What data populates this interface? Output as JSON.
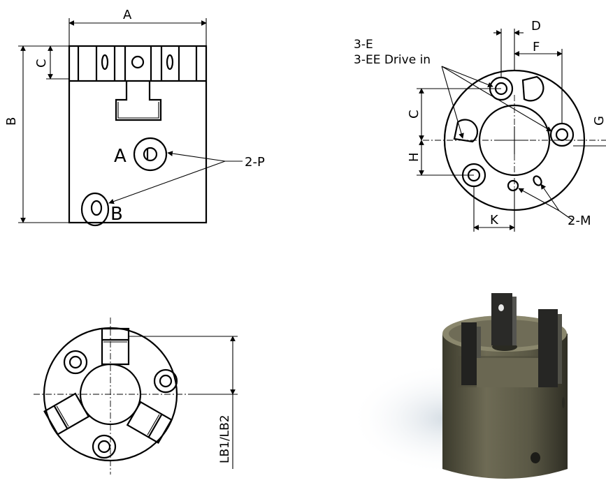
{
  "top_view": {
    "dim_a": "A",
    "dim_b": "B",
    "dim_c": "C",
    "port_a": "A",
    "port_b": "B",
    "callout_2p": "2-P"
  },
  "end_view": {
    "callout_3e": "3-E",
    "callout_3ee": "3-EE Drive in",
    "dim_d": "D",
    "dim_f": "F",
    "dim_c": "C",
    "dim_h": "H",
    "dim_g": "G",
    "dim_k": "K",
    "callout_2m": "2-M"
  },
  "bottom_view": {
    "dim_lb": "LB1/LB2"
  },
  "photo": {
    "body_color": "#5c5a46",
    "jaw_color": "#2a2a28"
  }
}
